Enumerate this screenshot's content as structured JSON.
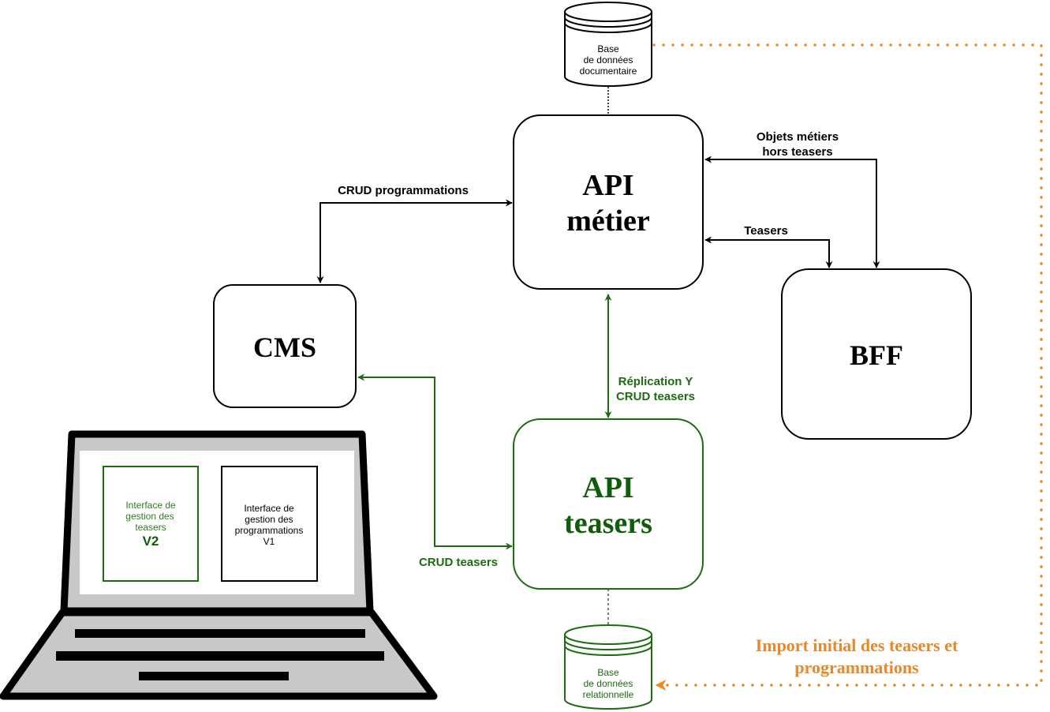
{
  "colors": {
    "black": "#000000",
    "green": "#1e6b12",
    "green_dark": "#0f5c0a",
    "orange": "#ee8a1f",
    "orange_text": "#e8882a",
    "laptop_gray": "#c8c8c8"
  },
  "nodes": {
    "db_doc": {
      "line1": "Base",
      "line2": "de données",
      "line3": "documentaire"
    },
    "api_metier": {
      "line1": "API",
      "line2": "métier"
    },
    "cms": {
      "label": "CMS"
    },
    "bff": {
      "label": "BFF"
    },
    "api_teasers": {
      "line1": "API",
      "line2": "teasers"
    },
    "db_rel": {
      "line1": "Base",
      "line2": "de données",
      "line3": "relationnelle"
    }
  },
  "edges": {
    "crud_programmations": "CRUD programmations",
    "objets_metiers": {
      "line1": "Objets métiers",
      "line2": "hors teasers"
    },
    "teasers": "Teasers",
    "replication": {
      "line1": "Réplication Y",
      "line2": "CRUD teasers"
    },
    "crud_teasers": "CRUD teasers",
    "import_initial": {
      "line1": "Import initial des teasers et",
      "line2": "programmations"
    }
  },
  "laptop": {
    "panel_v2": {
      "line1": "Interface de",
      "line2": "gestion des",
      "line3": "teasers",
      "version": "V2"
    },
    "panel_v1": {
      "line1": "Interface de",
      "line2": "gestion des",
      "line3": "programmations",
      "version": "V1"
    }
  }
}
